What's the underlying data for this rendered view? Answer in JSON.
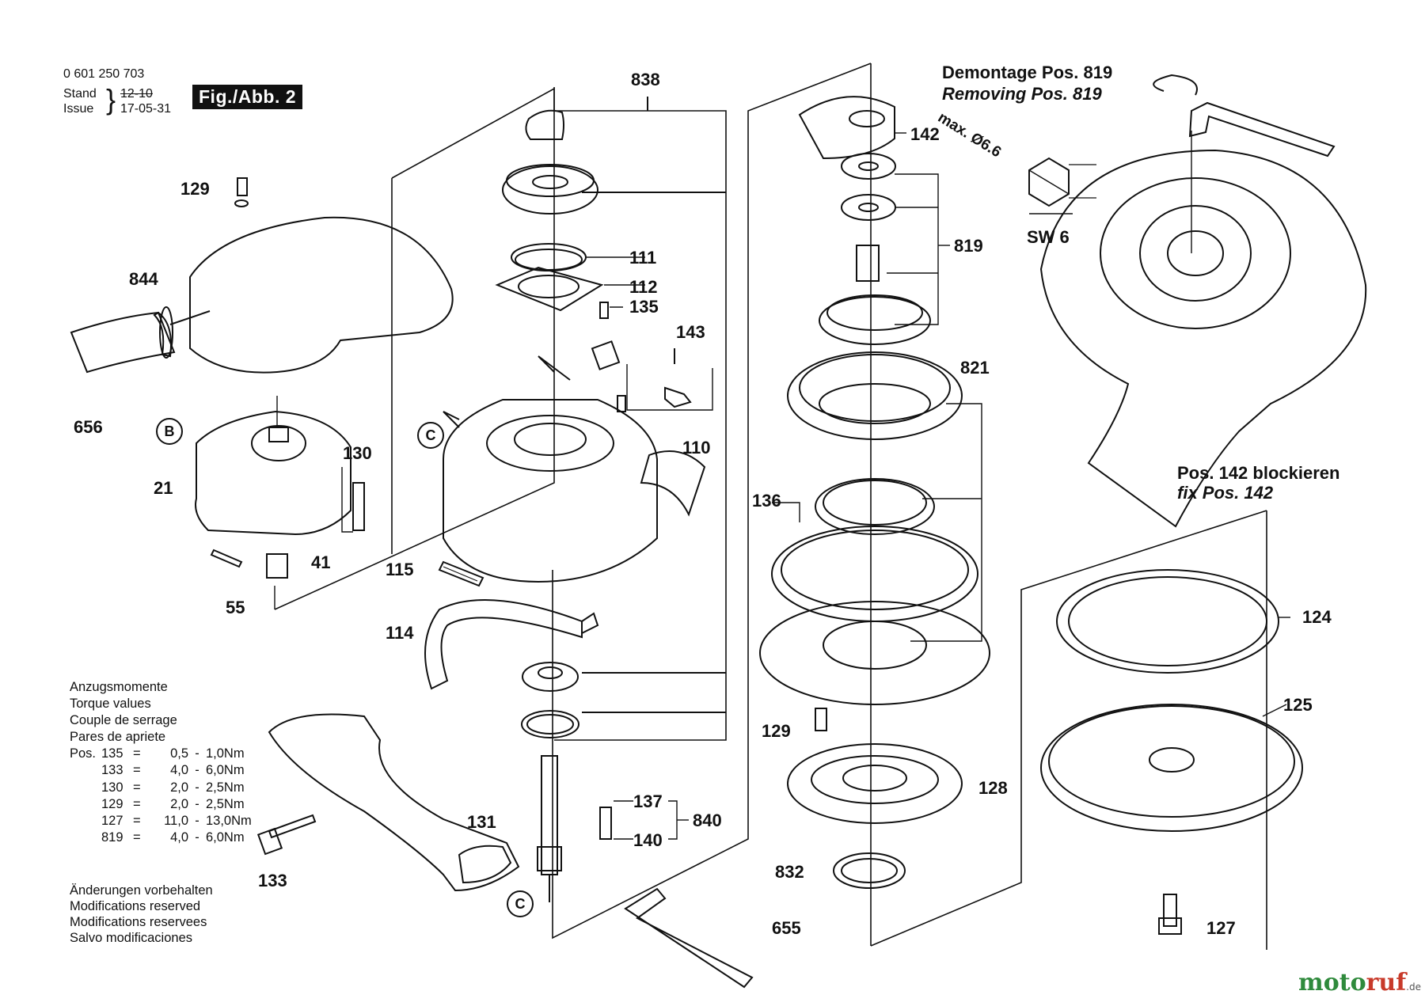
{
  "header": {
    "part_number": "0 601 250 703",
    "stand_label": "Stand",
    "issue_label": "Issue",
    "stand_value": "12-10",
    "issue_value": "17-05-31",
    "figure_label": "Fig./Abb. 2"
  },
  "parts": [
    "838",
    "129",
    "844",
    "656",
    "21",
    "130",
    "41",
    "55",
    "111",
    "112",
    "135",
    "143",
    "110",
    "115",
    "114",
    "131",
    "133",
    "137",
    "140",
    "840",
    "655",
    "142",
    "819",
    "821",
    "136",
    "129",
    "128",
    "832",
    "124",
    "125",
    "127"
  ],
  "circle_markers": [
    "B",
    "C",
    "C"
  ],
  "demontage": {
    "line1": "Demontage Pos. 819",
    "line2": "Removing Pos. 819",
    "max_label": "max. Ø6.6",
    "sw_label": "SW 6"
  },
  "block_note": {
    "line1": "Pos. 142 blockieren",
    "line2": "fix Pos. 142"
  },
  "torque": {
    "titles": [
      "Anzugsmomente",
      "Torque values",
      "Couple de serrage",
      "Pares de apriete"
    ],
    "pos_label": "Pos.",
    "rows": [
      {
        "pos": "135",
        "eq": "=",
        "min": "0,5",
        "dash": "-",
        "max": "1,0Nm"
      },
      {
        "pos": "133",
        "eq": "=",
        "min": "4,0",
        "dash": "-",
        "max": "6,0Nm"
      },
      {
        "pos": "130",
        "eq": "=",
        "min": "2,0",
        "dash": "-",
        "max": "2,5Nm"
      },
      {
        "pos": "129",
        "eq": "=",
        "min": "2,0",
        "dash": "-",
        "max": "2,5Nm"
      },
      {
        "pos": "127",
        "eq": "=",
        "min": "11,0",
        "dash": "-",
        "max": "13,0Nm"
      },
      {
        "pos": "819",
        "eq": "=",
        "min": "4,0",
        "dash": "-",
        "max": "6,0Nm"
      }
    ]
  },
  "modifications": [
    "Änderungen vorbehalten",
    "Modifications reserved",
    "Modifications reservees",
    "Salvo modificaciones"
  ],
  "watermark": {
    "part1": "moto",
    "part2": "ruf",
    "suffix": ".de"
  },
  "colors": {
    "ink": "#111111",
    "watermark_green": "#2f8a3c",
    "watermark_red": "#c83a2a"
  }
}
